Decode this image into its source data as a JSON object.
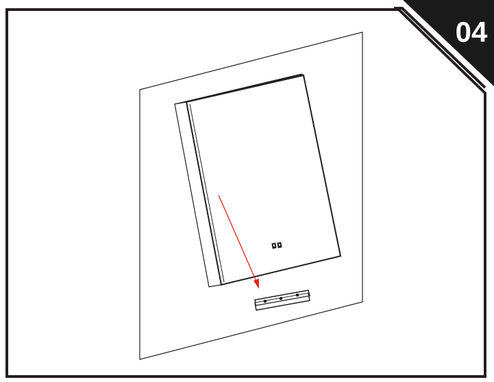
{
  "step": {
    "number": "04"
  },
  "colors": {
    "line": "#231f20",
    "badge": "#1a1a1a",
    "badge_text": "#ffffff",
    "arrow": "#e3251f",
    "background": "#ffffff"
  },
  "icons": {
    "mirror_buttons": "touch-sensor-icons",
    "mounting_bracket": "wall-bracket-with-screws",
    "direction_arrow": "red-arrow-down"
  }
}
